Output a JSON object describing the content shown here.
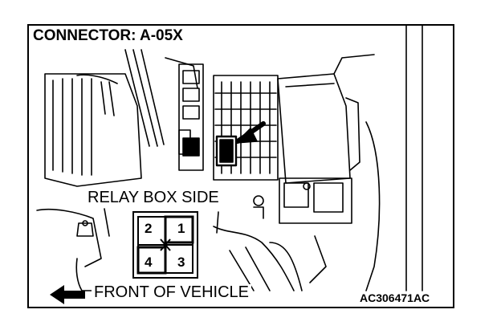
{
  "diagram": {
    "title": "CONNECTOR: A-05X",
    "relay_box_label": "RELAY BOX SIDE",
    "front_label": "FRONT OF VEHICLE",
    "figure_code": "AC306471AC",
    "pins": {
      "p1": "1",
      "p2": "2",
      "p3": "3",
      "p4": "4"
    },
    "icons": [
      "front-arrow-icon",
      "connector-pointer-arrow-icon",
      "connector-face-icon"
    ],
    "colors": {
      "line": "#000000",
      "background": "#ffffff"
    }
  }
}
